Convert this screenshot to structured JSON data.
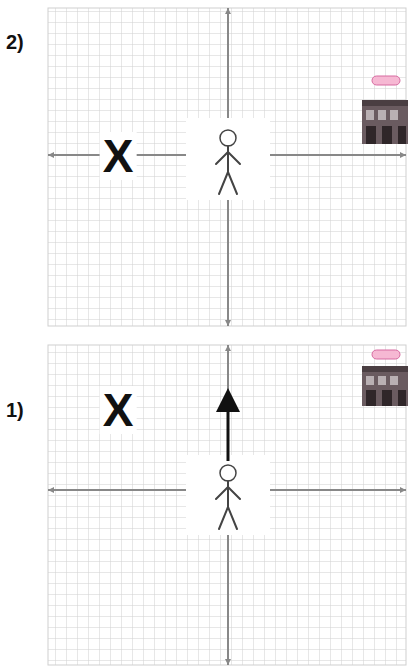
{
  "diagram": {
    "labels": [
      "2)",
      "X",
      "1)",
      "X"
    ]
  }
}
